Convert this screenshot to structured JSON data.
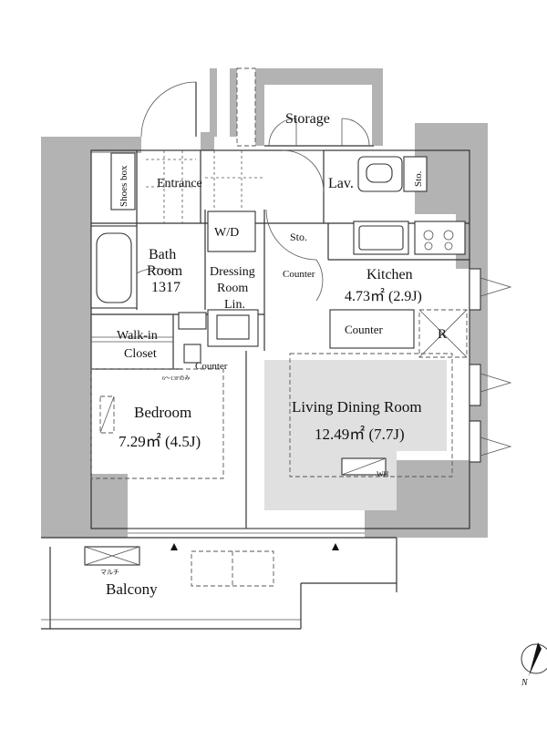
{
  "rooms": {
    "storage": "Storage",
    "shoes_box": "Shoes box",
    "entrance": "Entrance",
    "lav": "Lav.",
    "sto_top": "Sto.",
    "wd": "W/D",
    "sto_mid": "Sto.",
    "bath_line1": "Bath",
    "bath_line2": "Room",
    "bath_line3": "1317",
    "dressing_line1": "Dressing",
    "dressing_line2": "Room",
    "dressing_line3": "Lin.",
    "counter_top": "Counter",
    "kitchen": "Kitchen",
    "kitchen_area": "4.73㎡ (2.9J)",
    "counter_kitchen": "Counter",
    "refrigerator": "R",
    "walkin_line1": "Walk-in",
    "walkin_line2": "Closet",
    "counter_small": "Counter",
    "small_note": "6～13Fのみ",
    "bedroom": "Bedroom",
    "bedroom_area": "7.29㎡ (4.5J)",
    "ldr": "Living Dining Room",
    "ldr_area": "12.49㎡ (7.7J)",
    "wh": "WH",
    "multi": "マルチ",
    "balcony": "Balcony"
  },
  "compass": {
    "north": "N"
  },
  "colors": {
    "wall": "#b3b3b3",
    "living_floor": "#e0e0e0"
  }
}
